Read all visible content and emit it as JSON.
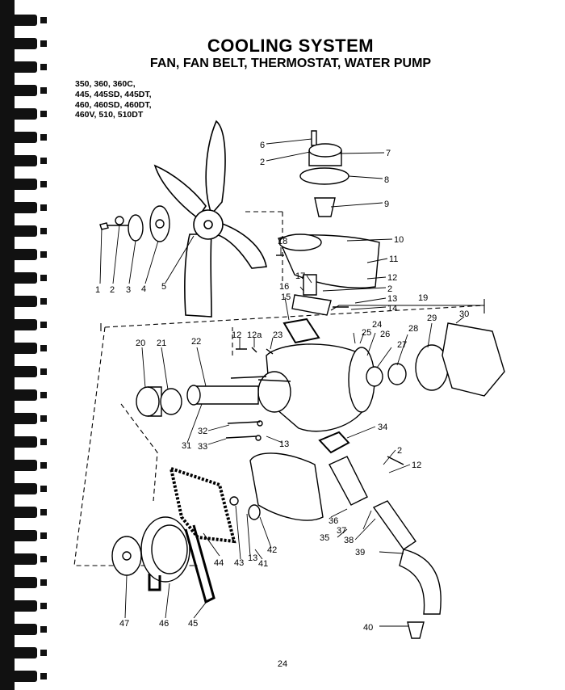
{
  "document": {
    "title": "COOLING SYSTEM",
    "subtitle": "FAN, FAN BELT, THERMOSTAT, WATER PUMP",
    "models": [
      "350, 360, 360C,",
      "445, 445SD, 445DT,",
      "460, 460SD, 460DT,",
      "460V, 510, 510DT"
    ],
    "page_number": "24"
  },
  "callouts": [
    "6",
    "2",
    "7",
    "8",
    "9",
    "10",
    "11",
    "12",
    "2",
    "13",
    "14",
    "18",
    "17",
    "16",
    "15",
    "19",
    "1",
    "2",
    "3",
    "4",
    "5",
    "20",
    "21",
    "22",
    "12",
    "12a",
    "23",
    "24",
    "25",
    "26",
    "27",
    "28",
    "29",
    "30",
    "31",
    "32",
    "33",
    "13",
    "34",
    "2",
    "12",
    "36",
    "37",
    "38",
    "35",
    "39",
    "44",
    "43",
    "13",
    "42",
    "41",
    "47",
    "46",
    "45",
    "40"
  ]
}
